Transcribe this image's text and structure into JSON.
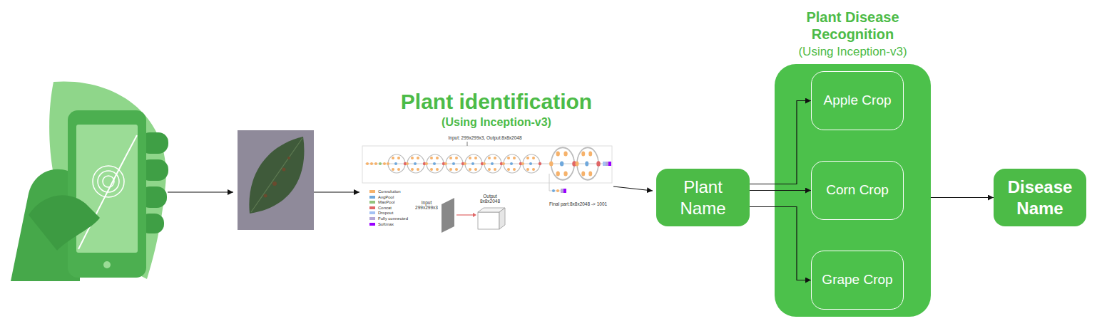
{
  "diagram": {
    "nodes": [
      {
        "text": [
          "Plant Name"
        ]
      },
      {
        "text": [
          "Plant Disease Recognition",
          "(Using Inception-v3)"
        ]
      },
      {
        "text": [
          "Apple Crop"
        ],
        "in": 1
      },
      {
        "text": [
          "Corn Crop"
        ],
        "in": 1
      },
      {
        "text": [
          "Grape Crop"
        ],
        "in": 1
      },
      {
        "text": [
          "Disease Name"
        ]
      }
    ],
    "edges": [
      {
        "from": 0,
        "to": 2,
        "arrow": "to"
      },
      {
        "from": 0,
        "to": 3,
        "arrow": "to"
      },
      {
        "from": 0,
        "to": 4,
        "arrow": "to"
      },
      {
        "from": 1,
        "to": 5,
        "arrow": "to"
      }
    ],
    "labels": [
      "Plant identification",
      "(Using Inception-v3)",
      "Input: 299x299x3, Output:8x8x2048",
      "Input 299x299x3",
      "Output 8x8x2048",
      "Final part:8x8x2048 -> 1001"
    ],
    "legend": [
      {
        "text": "Convolution",
        "color": "#f6b26b"
      },
      {
        "text": "AvgPool",
        "color": "#6fa8dc"
      },
      {
        "text": "MaxPool",
        "color": "#93c47d"
      },
      {
        "text": "Concat",
        "color": "#e06666"
      },
      {
        "text": "Dropout",
        "color": "#a4c2f4"
      },
      {
        "text": "Fully connected",
        "color": "#b4a7d6"
      },
      {
        "text": "Softmax",
        "color": "#9900ff"
      }
    ]
  }
}
